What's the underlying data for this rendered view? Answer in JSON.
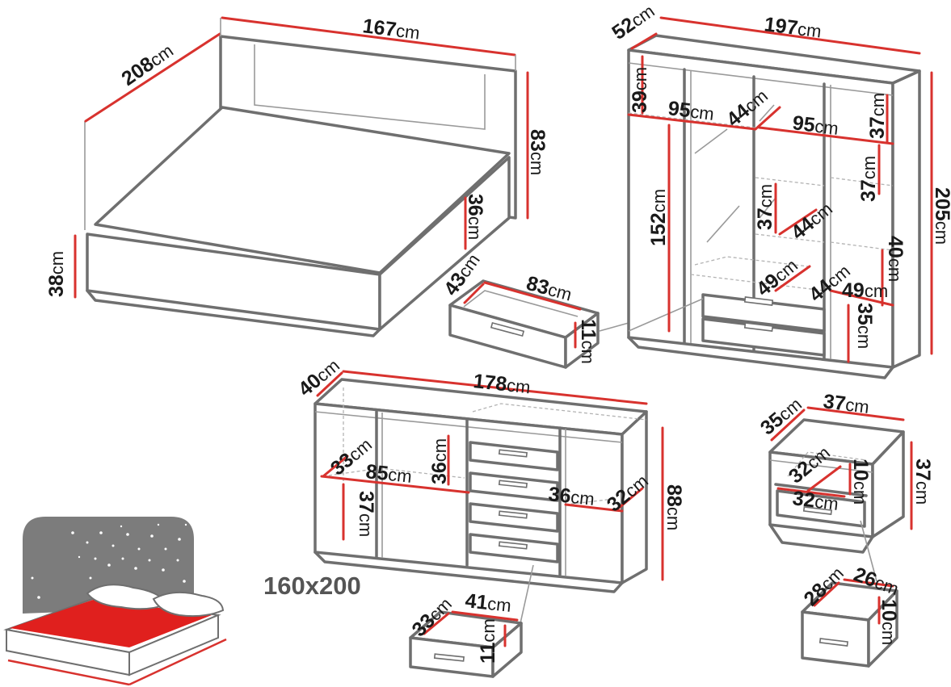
{
  "unit": "cm",
  "size_label": "160x200",
  "bed": {
    "width": "167",
    "length": "208",
    "headboard_height": "83",
    "frame_height": "38",
    "side_height": "36"
  },
  "bed_drawer": {
    "depth": "43",
    "width": "83",
    "height": "11"
  },
  "wardrobe": {
    "depth": "52",
    "width": "197",
    "height": "205",
    "top_compartment_height_left": "39",
    "top_compartment_width_left": "95",
    "top_compartment_width_middle": "44",
    "top_compartment_width_right": "95",
    "top_compartment_height_right": "37",
    "hanging_height": "152",
    "shelf_height_a": "37",
    "shelf_height_b": "37",
    "shelf_width": "44",
    "shelf_height_c": "40",
    "lower_width_left": "49",
    "lower_width_middle": "44",
    "lower_width_right": "49",
    "drawer_height": "35"
  },
  "sideboard": {
    "depth": "40",
    "width": "178",
    "height": "88",
    "left_depth": "33",
    "left_width": "85",
    "upper_height": "36",
    "lower_height": "37",
    "right_width": "36",
    "right_depth": "32"
  },
  "sideboard_drawer": {
    "depth": "33",
    "width": "41",
    "height": "11"
  },
  "nightstand": {
    "depth": "35",
    "width": "37",
    "height": "37",
    "inner_depth": "32",
    "inner_width": "32",
    "inner_height": "10"
  },
  "nightstand_drawer": {
    "depth": "28",
    "width": "26",
    "height": "10"
  }
}
